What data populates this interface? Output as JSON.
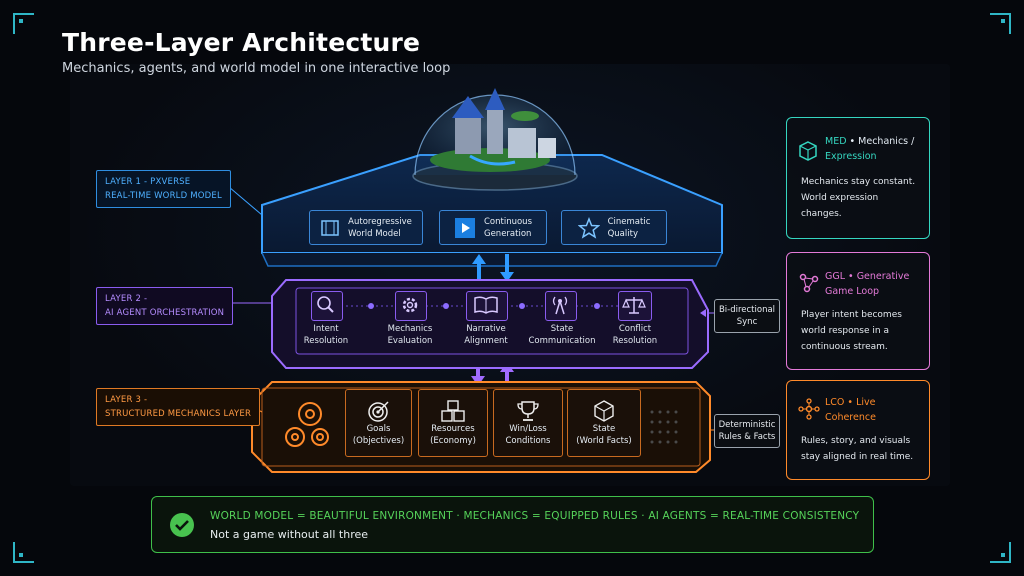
{
  "title": "Three-Layer Architecture",
  "subtitle": "Mechanics, agents, and world model in one interactive loop",
  "layers": [
    {
      "label_line1": "LAYER 1 - PXVERSE",
      "label_line2": "REAL-TIME WORLD MODEL",
      "color": "#3aa0ff",
      "nodes": [
        {
          "line1": "Autoregressive",
          "line2": "World Model",
          "icon": "film-icon"
        },
        {
          "line1": "Continuous",
          "line2": "Generation",
          "icon": "play-icon"
        },
        {
          "line1": "Cinematic",
          "line2": "Quality",
          "icon": "star-icon"
        }
      ]
    },
    {
      "label_line1": "LAYER 2 -",
      "label_line2": "AI  AGENT ORCHESTRATION",
      "color": "#9b6bff",
      "nodes": [
        {
          "line1": "Intent",
          "line2": "Resolution",
          "icon": "search-icon"
        },
        {
          "line1": "Mechanics",
          "line2": "Evaluation",
          "icon": "gear-icon"
        },
        {
          "line1": "Narrative",
          "line2": "Alignment",
          "icon": "book-icon"
        },
        {
          "line1": "State",
          "line2": "Communication",
          "icon": "antenna-icon"
        },
        {
          "line1": "Conflict",
          "line2": "Resolution",
          "icon": "scales-icon"
        }
      ]
    },
    {
      "label_line1": "LAYER 3 -",
      "label_line2": "STRUCTURED MECHANICS LAYER",
      "color": "#ff8a2a",
      "nodes": [
        {
          "line1": "Goals",
          "line2": "(Objectives)",
          "icon": "target-icon"
        },
        {
          "line1": "Resources",
          "line2": "(Economy)",
          "icon": "crates-icon"
        },
        {
          "line1": "Win/Loss",
          "line2": "Conditions",
          "icon": "trophy-icon"
        },
        {
          "line1": "State",
          "line2": "(World Facts)",
          "icon": "cube-icon"
        }
      ]
    }
  ],
  "side_tags": [
    {
      "line1": "Bi-directional",
      "line2": "Sync"
    },
    {
      "line1": "Deterministic",
      "line2": "Rules & Facts"
    }
  ],
  "cards": [
    {
      "code": "MED",
      "name_line1": "Mechanics /",
      "name_line2": "Expression",
      "color": "#35d6c0",
      "icon": "cube-outline-icon",
      "body": [
        "Mechanics stay constant.",
        "World expression",
        "changes."
      ]
    },
    {
      "code": "GGL",
      "name_line1": "Generative",
      "name_line2": "Game Loop",
      "color": "#e47ad8",
      "icon": "network-icon",
      "body": [
        "Player intent becomes",
        "world response in a",
        "continuous stream."
      ]
    },
    {
      "code": "LCO",
      "name_line1": "Live",
      "name_line2": "Coherence",
      "color": "#ff8a2a",
      "icon": "graph-icon",
      "body": [
        "Rules, story, and visuals",
        "stay aligned in real time."
      ]
    }
  ],
  "banner": {
    "main": "WORLD MODEL = BEAUTIFUL ENVIRONMENT · MECHANICS = EQUIPPED RULES · AI AGENTS = REAL-TIME CONSISTENCY",
    "sub": "Not a game without all three",
    "color": "#3fbf4a"
  }
}
